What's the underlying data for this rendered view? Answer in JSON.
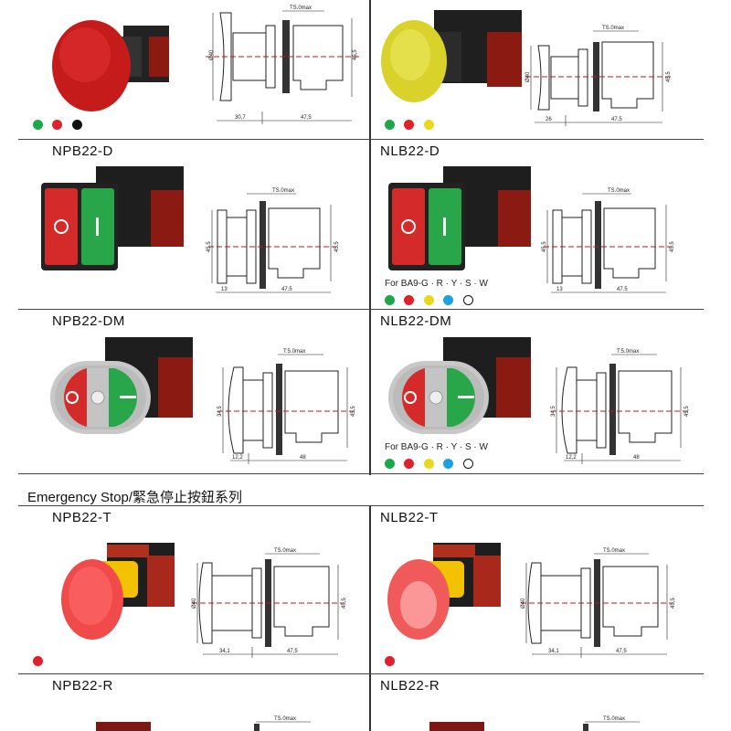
{
  "section_title": "Emergency Stop/緊急停止按鈕系列",
  "models": {
    "npb22_d": "NPB22-D",
    "nlb22_d": "NLB22-D",
    "npb22_dm": "NPB22-DM",
    "nlb22_dm": "NLB22-DM",
    "npb22_t": "NPB22-T",
    "nlb22_t": "NLB22-T",
    "npb22_r": "NPB22-R",
    "nlb22_r": "NLB22-R"
  },
  "bulb_note": "For BA9-G · R · Y · S · W",
  "dims": {
    "ts5": "TS.0max",
    "t50": "T:5.0max",
    "d40": "Ø40",
    "h455": "45,5",
    "h455b": "45.5",
    "d45": "45.5",
    "d30_7": "30,7",
    "d47_5": "47,5",
    "d26": "26",
    "d47_5b": "47.5",
    "d13": "13",
    "d12_2": "12,2",
    "d48": "48",
    "d34_1": "34,1",
    "d34": "34.5"
  },
  "colors": {
    "green": "#1aa84a",
    "red": "#e0202a",
    "black": "#111111",
    "yellow": "#e8d91a",
    "blue": "#1aa3e0",
    "white": "#ffffff"
  }
}
